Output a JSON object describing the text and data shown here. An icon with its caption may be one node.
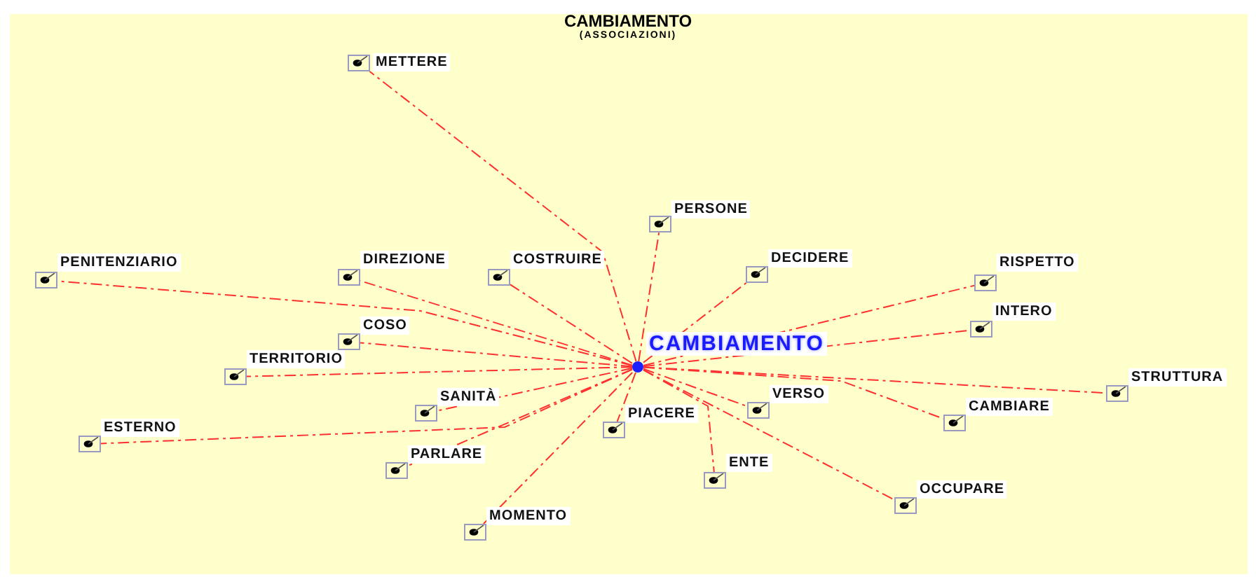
{
  "diagram": {
    "title": "CAMBIAMENTO",
    "nodes": [
      {
        "text": [
          "CAMBIAMENTO"
        ]
      },
      {
        "text": [
          "METTERE"
        ]
      },
      {
        "text": [
          "PERSONE"
        ]
      },
      {
        "text": [
          "DECIDERE"
        ]
      },
      {
        "text": [
          "PENITENZIARIO"
        ]
      },
      {
        "text": [
          "DIREZIONE"
        ]
      },
      {
        "text": [
          "COSTRUIRE"
        ]
      },
      {
        "text": [
          "RISPETTO"
        ]
      },
      {
        "text": [
          "INTERO"
        ]
      },
      {
        "text": [
          "COSO"
        ]
      },
      {
        "text": [
          "TERRITORIO"
        ]
      },
      {
        "text": [
          "STRUTTURA"
        ]
      },
      {
        "text": [
          "SANITÀ"
        ]
      },
      {
        "text": [
          "VERSO"
        ]
      },
      {
        "text": [
          "ESTERNO"
        ]
      },
      {
        "text": [
          "PIACERE"
        ]
      },
      {
        "text": [
          "CAMBIARE"
        ]
      },
      {
        "text": [
          "PARLARE"
        ]
      },
      {
        "text": [
          "ENTE"
        ]
      },
      {
        "text": [
          "OCCUPARE"
        ]
      },
      {
        "text": [
          "MOMENTO"
        ]
      }
    ],
    "edges": [
      {
        "from": 0,
        "to": 1,
        "arrow": "none"
      },
      {
        "from": 0,
        "to": 2,
        "arrow": "none"
      },
      {
        "from": 0,
        "to": 3,
        "arrow": "none"
      },
      {
        "from": 0,
        "to": 4,
        "arrow": "none"
      },
      {
        "from": 0,
        "to": 5,
        "arrow": "none"
      },
      {
        "from": 0,
        "to": 6,
        "arrow": "none"
      },
      {
        "from": 0,
        "to": 7,
        "arrow": "none"
      },
      {
        "from": 0,
        "to": 8,
        "arrow": "none"
      },
      {
        "from": 0,
        "to": 9,
        "arrow": "none"
      },
      {
        "from": 0,
        "to": 10,
        "arrow": "none"
      },
      {
        "from": 0,
        "to": 11,
        "arrow": "none"
      },
      {
        "from": 0,
        "to": 12,
        "arrow": "none"
      },
      {
        "from": 0,
        "to": 13,
        "arrow": "none"
      },
      {
        "from": 0,
        "to": 14,
        "arrow": "none"
      },
      {
        "from": 0,
        "to": 15,
        "arrow": "none"
      },
      {
        "from": 0,
        "to": 16,
        "arrow": "none"
      },
      {
        "from": 0,
        "to": 17,
        "arrow": "none"
      },
      {
        "from": 0,
        "to": 18,
        "arrow": "none"
      },
      {
        "from": 0,
        "to": 19,
        "arrow": "none"
      },
      {
        "from": 0,
        "to": 20,
        "arrow": "none"
      }
    ],
    "labels": [
      "(ASSOCIAZIONI)"
    ]
  }
}
